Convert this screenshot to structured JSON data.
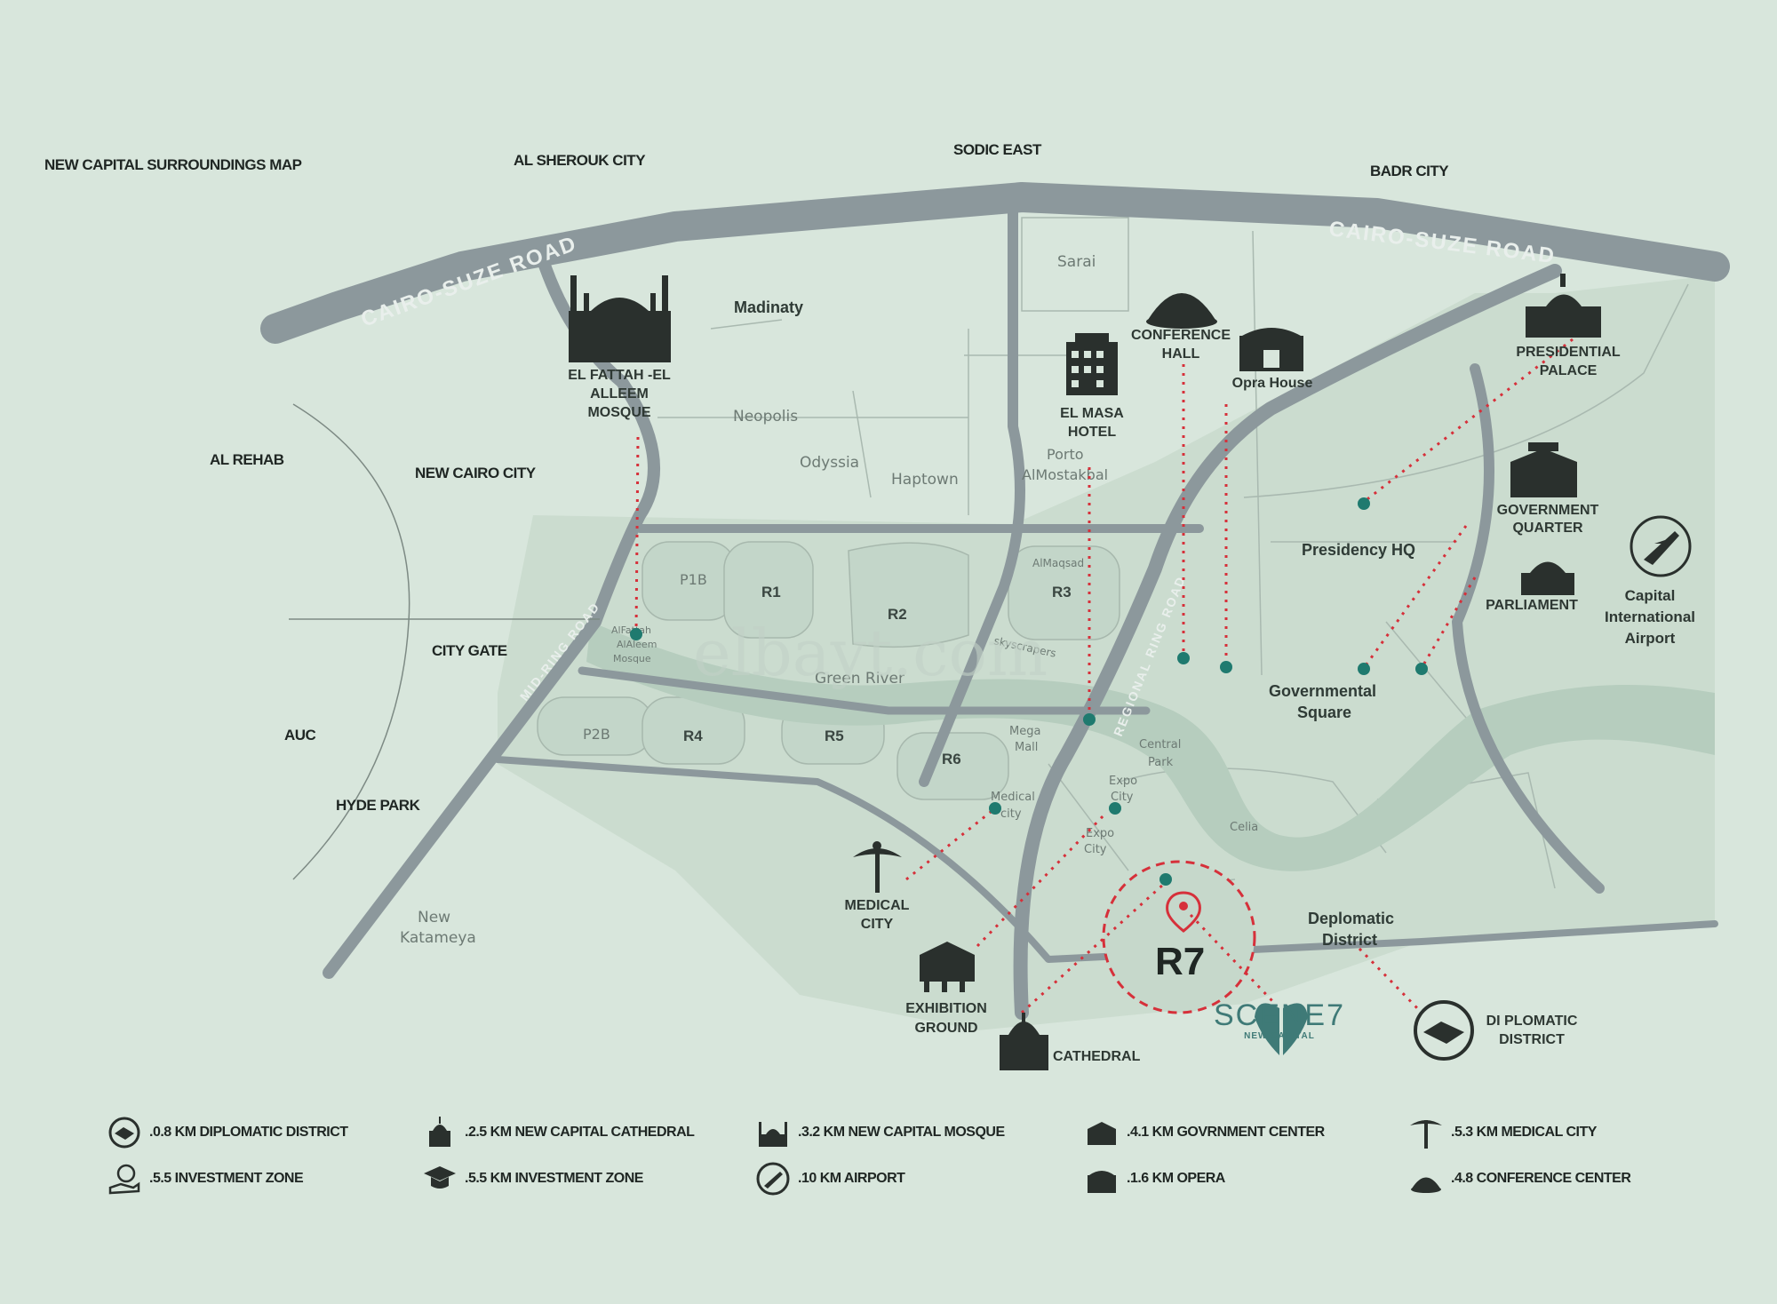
{
  "map_title": "NEW CAPITAL SURROUNDINGS MAP",
  "colors": {
    "background": "#d8e6dc",
    "road": "#8c989c",
    "river": "#bfd3c6",
    "accent_red": "#d6303a",
    "pin_teal": "#1f7a6f",
    "brand": "#3f7a77"
  },
  "roads": {
    "cairo_suez_west": "CAIRO-SUZE ROAD",
    "cairo_suez_east": "CAIRO-SUZE ROAD",
    "mid_ring": "MID-RING ROAD",
    "regional_ring": "REGIONAL RING ROAD"
  },
  "outer_places": {
    "al_sherouk": "AL SHEROUK CITY",
    "sodic_east": "SODIC EAST",
    "badr": "BADR CITY",
    "al_rehab": "AL REHAB",
    "new_cairo": "NEW CAIRO CITY",
    "city_gate": "CITY GATE",
    "auc": "AUC",
    "hyde_park": "HYDE PARK"
  },
  "places": {
    "madinaty": "Madinaty",
    "sarai": "Sarai",
    "neopolis": "Neopolis",
    "odyssia": "Odyssia",
    "haptown": "Haptown",
    "porto_1": "Porto",
    "porto_2": "AlMostakbal",
    "new_katameya_1": "New",
    "new_katameya_2": "Katameya",
    "green_river": "Green River",
    "skyscrapers": "skyscrapers",
    "almaqsad": "AlMaqsad",
    "mega_mall_1": "Mega",
    "mega_mall_2": "Mall",
    "central_park_1": "Central",
    "central_park_2": "Park",
    "expo_city_a1": "Expo",
    "expo_city_a2": "City",
    "expo_city_b1": "Expo",
    "expo_city_b2": "City",
    "medical_city_1": "Medical",
    "medical_city_2": "city",
    "celia": "Celia",
    "mosque_small_1": "AlFattah",
    "mosque_small_2": "AlAleem",
    "mosque_small_3": "Mosque",
    "presidency_hq": "Presidency HQ",
    "gov_square_1": "Governmental",
    "gov_square_2": "Square",
    "diplomatic_1": "Deplomatic",
    "diplomatic_2": "District"
  },
  "zones": {
    "p1b": "P1B",
    "r1": "R1",
    "r2": "R2",
    "r3": "R3",
    "p2b": "P2B",
    "r4": "R4",
    "r5": "R5",
    "r6": "R6",
    "r7": "R7"
  },
  "landmarks": {
    "mosque": [
      "EL FATTAH -EL",
      "ALLEEM",
      "MOSQUE"
    ],
    "hotel": [
      "EL MASA",
      "HOTEL"
    ],
    "conference": [
      "CONFERENCE",
      "HALL"
    ],
    "opera": [
      "Opra House"
    ],
    "palace": [
      "PRESIDENTIAL",
      "PALACE"
    ],
    "government": [
      "GOVERNMENT",
      "QUARTER"
    ],
    "parliament": [
      "PARLIAMENT"
    ],
    "airport": [
      "Capital",
      "International",
      "Airport"
    ],
    "medical": [
      "MEDICAL",
      "CITY"
    ],
    "exhibition": [
      "EXHIBITION",
      "GROUND"
    ],
    "cathedral": [
      "CATHEDRAL"
    ],
    "diplomatic": [
      "DI PLOMATIC",
      "DISTRICT"
    ]
  },
  "brand": {
    "name": "SCENE7",
    "subtitle": "NEW CAPITAL",
    "watermark": "elbayt.com"
  },
  "legend": [
    {
      "icon": "handshake-icon",
      "text": ".0.8 KM DIPLOMATIC DISTRICT"
    },
    {
      "icon": "cathedral-icon",
      "text": ".2.5 KM NEW CAPITAL CATHEDRAL"
    },
    {
      "icon": "mosque-icon",
      "text": ".3.2 KM NEW CAPITAL MOSQUE"
    },
    {
      "icon": "government-icon",
      "text": ".4.1 KM GOVRNMENT CENTER"
    },
    {
      "icon": "caduceus-icon",
      "text": ".5.3 KM MEDICAL CITY"
    },
    {
      "icon": "money-hand-icon",
      "text": ".5.5 INVESTMENT ZONE"
    },
    {
      "icon": "graduation-cap-icon",
      "text": ".5.5 KM INVESTMENT ZONE"
    },
    {
      "icon": "airplane-icon",
      "text": ".10 KM AIRPORT"
    },
    {
      "icon": "opera-icon",
      "text": ".1.6 KM OPERA"
    },
    {
      "icon": "conference-icon",
      "text": ".4.8 CONFERENCE CENTER"
    }
  ]
}
